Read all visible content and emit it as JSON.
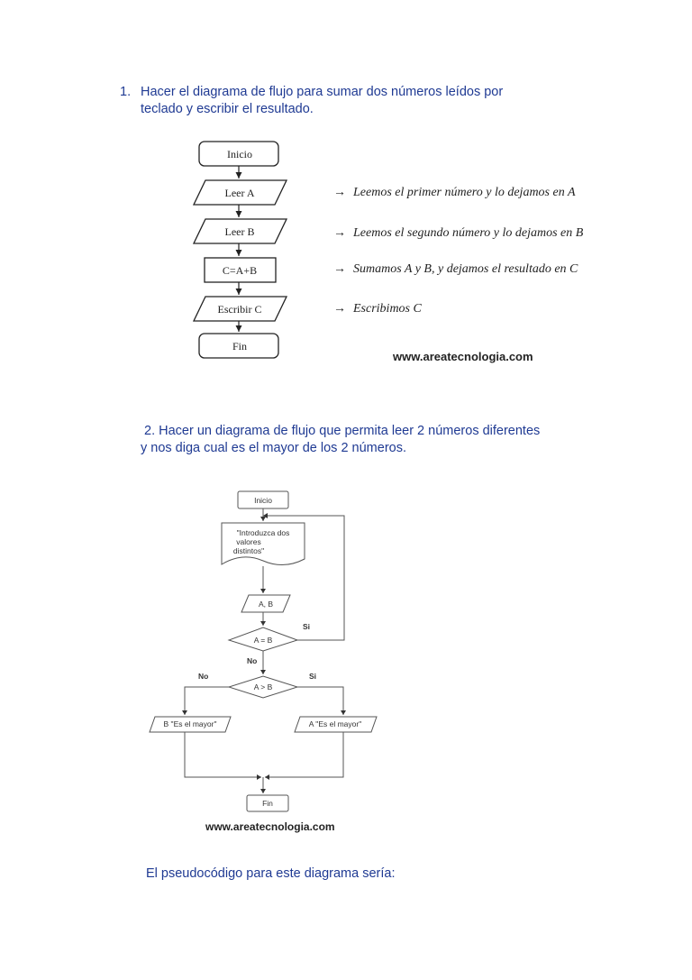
{
  "exercise1": {
    "number": "1.",
    "line1": "Hacer el diagrama de flujo para sumar dos números leídos por",
    "line2": "teclado y escribir el resultado.",
    "nodes": {
      "start": "Inicio",
      "read_a": "Leer A",
      "read_b": "Leer B",
      "process": "C=A+B",
      "write": "Escribir C",
      "end": "Fin"
    },
    "notes": [
      "Leemos el primer número y lo dejamos en A",
      "Leemos el segundo número y lo dejamos en B",
      "Sumamos A y B, y dejamos el resultado  en C",
      "Escribimos C"
    ],
    "arrow_glyph": "→",
    "watermark": "www.areatecnologia.com"
  },
  "exercise2": {
    "line1": "2. Hacer un diagrama de flujo que permita leer 2 números diferentes",
    "line2": "y nos diga cual es el mayor de los 2 números.",
    "nodes": {
      "start": "Inicio",
      "display_l1": "\"Introduzca dos",
      "display_l2": "valores",
      "display_l3": "distintos\"",
      "input": "A, B",
      "decision1": "A = B",
      "decision2": "A > B",
      "out_b": "B  \"Es el mayor\"",
      "out_a": "A  \"Es el mayor\"",
      "end": "Fin"
    },
    "labels": {
      "yes1": "Si",
      "no1": "No",
      "no2": "No",
      "yes2": "Si"
    },
    "watermark": "www.areatecnologia.com"
  },
  "pseudocode_intro": "El pseudocódigo para este diagrama sería:"
}
